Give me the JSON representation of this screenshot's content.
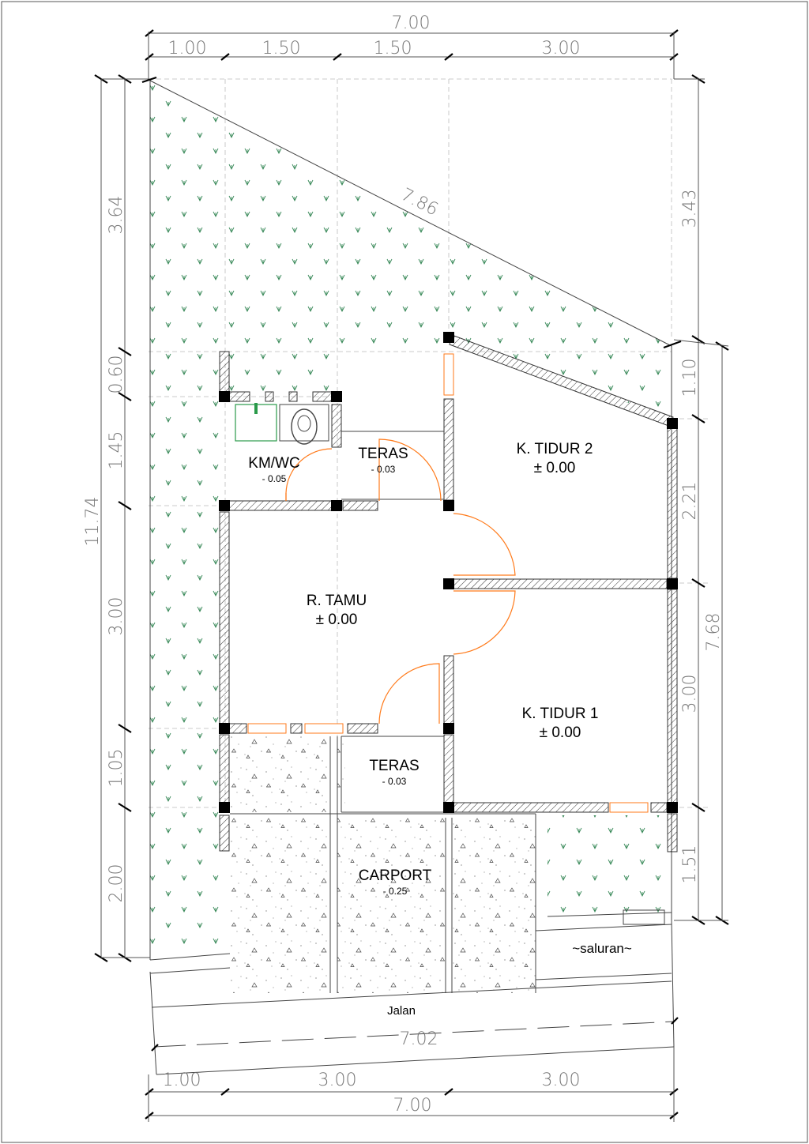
{
  "dimensions": {
    "top_total": "7.00",
    "top_segments": [
      "1.00",
      "1.50",
      "1.50",
      "3.00"
    ],
    "bottom_segments": [
      "1.00",
      "3.00",
      "3.00"
    ],
    "bottom_total": "7.00",
    "left_total": "11.74",
    "left_segments": [
      "3.64",
      "0.60",
      "1.45",
      "3.00",
      "1.05",
      "2.00"
    ],
    "right_total": "7.68",
    "right_segments_outer": [
      "3.43",
      "1.10"
    ],
    "right_segments": [
      "2.21",
      "3.00",
      "1.51"
    ],
    "diagonal": "7.86",
    "road_width": "7.02"
  },
  "rooms": {
    "kmwc": {
      "name": "KM/WC",
      "level": "- 0.05"
    },
    "teras_top": {
      "name": "TERAS",
      "level": "- 0.03"
    },
    "k_tidur_2": {
      "name": "K. TIDUR 2",
      "level": "± 0.00"
    },
    "r_tamu": {
      "name": "R. TAMU",
      "level": "± 0.00"
    },
    "k_tidur_1": {
      "name": "K. TIDUR 1",
      "level": "± 0.00"
    },
    "teras_bottom": {
      "name": "TERAS",
      "level": "- 0.03"
    },
    "carport": {
      "name": "CARPORT",
      "level": "- 0.25"
    }
  },
  "labels": {
    "saluran": "~saluran~",
    "jalan": "Jalan"
  },
  "colors": {
    "grass": "#3a8a5a",
    "door_swing": "#ff7a1a",
    "wall_hatch": "#333333",
    "column": "#000000"
  }
}
